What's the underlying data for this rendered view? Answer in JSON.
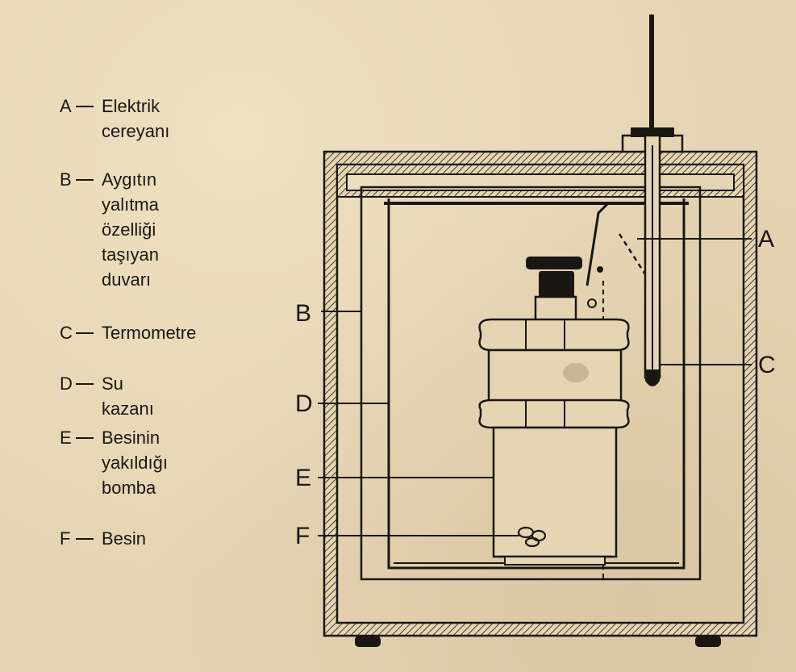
{
  "legend": [
    {
      "letter": "A",
      "text": "Elektrik\ncereyanı"
    },
    {
      "letter": "B",
      "text": "Aygıtın\nyalıtma\nözelliği\ntaşıyan\nduvarı"
    },
    {
      "letter": "C",
      "text": "Termometre"
    },
    {
      "letter": "D",
      "text": "Su kazanı"
    },
    {
      "letter": "E",
      "text": "Besinin\nyakıldığı\nbomba"
    },
    {
      "letter": "F",
      "text": "Besin"
    }
  ],
  "labels": {
    "A": "A",
    "B": "B",
    "C": "C",
    "D": "D",
    "E": "E",
    "F": "F"
  },
  "colors": {
    "ink": "#1a1612",
    "paper": "#e6d5b3"
  }
}
